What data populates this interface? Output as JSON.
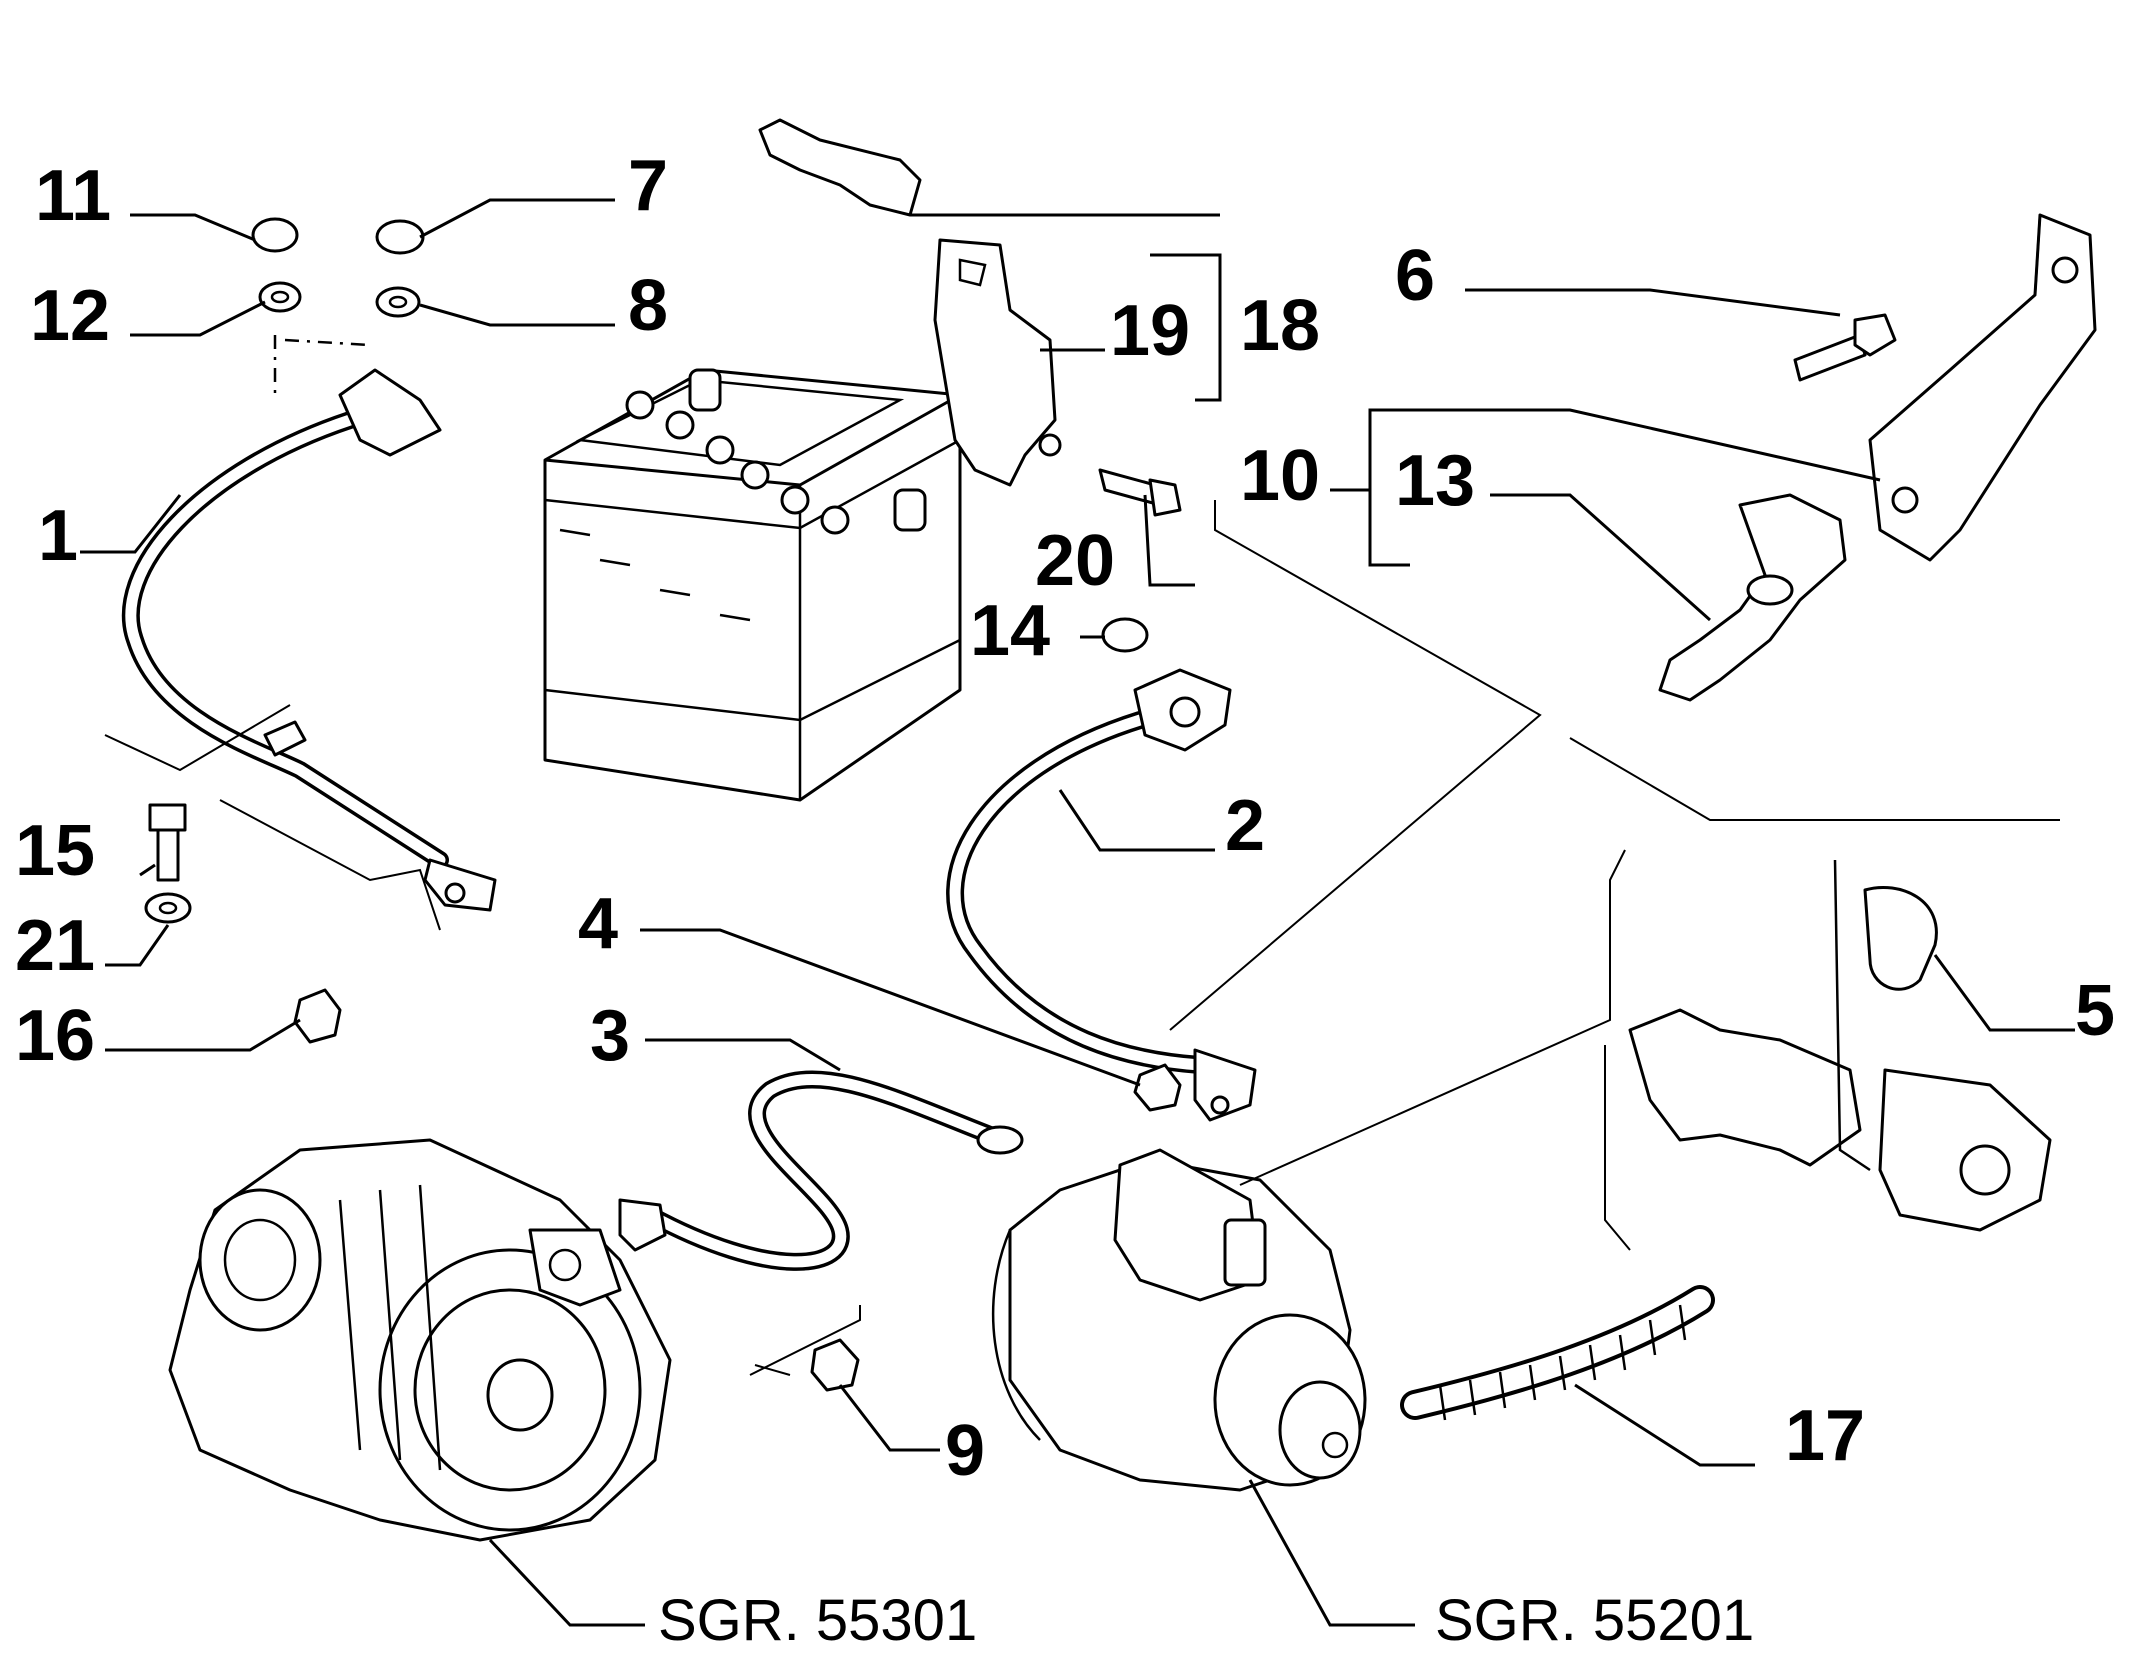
{
  "callouts": {
    "c1": "1",
    "c2": "2",
    "c3": "3",
    "c4": "4",
    "c5": "5",
    "c6": "6",
    "c7": "7",
    "c8": "8",
    "c9": "9",
    "c10": "10",
    "c11": "11",
    "c12": "12",
    "c13": "13",
    "c14": "14",
    "c15": "15",
    "c16": "16",
    "c17": "17",
    "c18": "18",
    "c19": "19",
    "c20": "20",
    "c21": "21"
  },
  "references": {
    "alternator": "SGR. 55301",
    "starter": "SGR. 55201"
  }
}
